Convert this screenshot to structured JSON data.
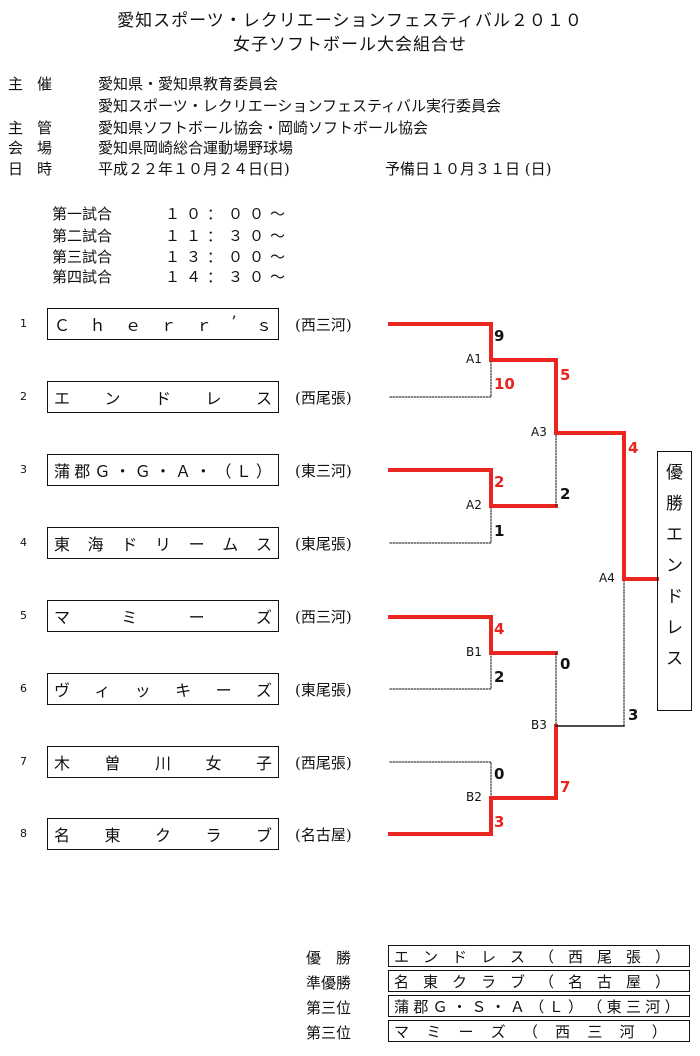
{
  "header": {
    "title1": "愛知スポーツ・レクリエーションフェスティバル２０１０",
    "title2": "女子ソフトボール大会組合せ"
  },
  "info": [
    {
      "label": "主催",
      "value": "愛知県・愛知県教育委員会"
    },
    {
      "label": "",
      "value": "愛知スポーツ・レクリエーションフェスティバル実行委員会"
    },
    {
      "label": "主管",
      "value": "愛知県ソフトボール協会・岡崎ソフトボール協会"
    },
    {
      "label": "会場",
      "value": "愛知県岡崎総合運動場野球場"
    },
    {
      "label": "日時",
      "value": "平成２２年１０月２４日(日)",
      "extra": "予備日１０月３１日 (日)"
    }
  ],
  "schedule": [
    {
      "name": "第一試合",
      "time": "１０：００～"
    },
    {
      "name": "第二試合",
      "time": "１１：３０～"
    },
    {
      "name": "第三試合",
      "time": "１３：００～"
    },
    {
      "name": "第四試合",
      "time": "１４：３０～"
    }
  ],
  "teams": [
    {
      "no": "1",
      "name": "Ｃｈｅｒｒ’ｓ",
      "region": "(西三河)"
    },
    {
      "no": "2",
      "name": "エンドレス",
      "region": "(西尾張)"
    },
    {
      "no": "3",
      "name": "蒲郡Ｇ・Ｇ・Ａ・（Ｌ）",
      "region": "(東三河)"
    },
    {
      "no": "4",
      "name": "東海ドリームス",
      "region": "(東尾張)"
    },
    {
      "no": "5",
      "name": "マミーズ",
      "region": "(西三河)"
    },
    {
      "no": "6",
      "name": "ヴィッキーズ",
      "region": "(東尾張)"
    },
    {
      "no": "7",
      "name": "木曽川女子",
      "region": "(西尾張)"
    },
    {
      "no": "8",
      "name": "名東クラブ",
      "region": "(名古屋)"
    }
  ],
  "matches": {
    "A1": {
      "label": "A1",
      "top": "9",
      "bottom": "10",
      "winner": "bottom"
    },
    "A2": {
      "label": "A2",
      "top": "2",
      "bottom": "1",
      "winner": "top"
    },
    "B1": {
      "label": "B1",
      "top": "4",
      "bottom": "2",
      "winner": "top"
    },
    "B2": {
      "label": "B2",
      "top": "0",
      "bottom": "3",
      "winner": "bottom"
    },
    "A3": {
      "label": "A3",
      "top": "5",
      "bottom": "2",
      "winner": "top"
    },
    "B3": {
      "label": "B3",
      "top": "0",
      "bottom": "7",
      "winner": "bottom"
    },
    "A4": {
      "label": "A4",
      "top": "4",
      "bottom": "3",
      "winner": "top"
    }
  },
  "champion": {
    "label": "優勝",
    "name": "エンドレス"
  },
  "results": [
    {
      "rank": "優　勝",
      "team": "エンドレス（西尾張）"
    },
    {
      "rank": "準優勝",
      "team": "名東クラブ（名古屋）"
    },
    {
      "rank": "第三位",
      "team": "蒲郡Ｇ・Ｓ・Ａ（Ｌ）（東三河）"
    },
    {
      "rank": "第三位",
      "team": "マミーズ（西三河）"
    }
  ],
  "colors": {
    "winner_line": "#e8251f",
    "loser_line": "#111111"
  }
}
